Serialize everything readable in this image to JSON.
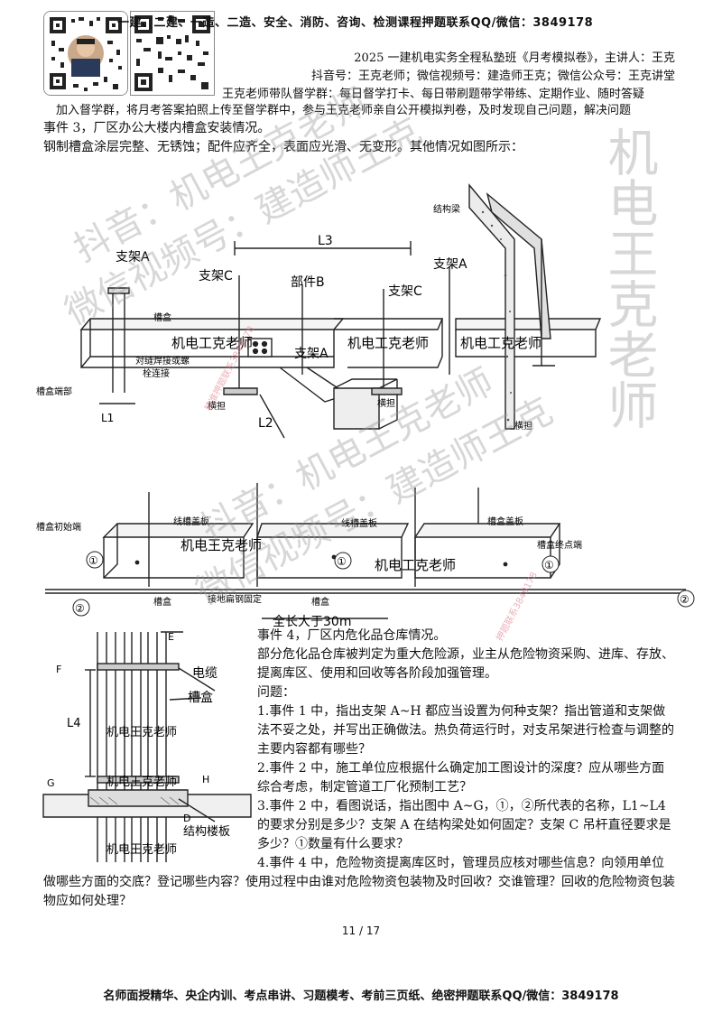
{
  "header": {
    "banner": "一建、二建、一造、二造、安全、消防、咨询、检测课程押题联系QQ/微信：3849178",
    "line1": "2025 一建机电实务全程私塾班《月考模拟卷》，主讲人：王克",
    "line2": "抖音号：王克老师；微信视频号：建造师王克；微信公众号：王克讲堂",
    "line3": "王克老师带队督学群：每日督学打卡、每日带刷题带学带练、定期作业、随时答疑",
    "line4": "加入督学群，将月考答案拍照上传至督学群中，参与王克老师亲自公开模拟判卷，及时发现自己问题，解决问题"
  },
  "event3": {
    "title": "事件 3，厂区办公大楼内槽盒安装情况。",
    "desc": "钢制槽盒涂层完整、无锈蚀；配件应齐全，表面应光滑、无变形。其他情况如图所示："
  },
  "figure1": {
    "labels": {
      "zhijia_a": "支架A",
      "zhijia_c": "支架C",
      "bujian_b": "部件B",
      "zhijia_c2": "支架C",
      "zhijia_a_mid": "支架A",
      "zhijia_a_right": "支架A",
      "jiegouliang": "结构梁",
      "caohe": "槽盒",
      "duifeng": "对缝焊接或螺",
      "shuanlianjie": "栓连接",
      "caohe_duanbu": "槽盒端部",
      "l1": "L1",
      "l2": "L2",
      "l3": "L3",
      "hengdan1": "横担",
      "hengdan2": "横担",
      "hengdan3": "横担",
      "wm1": "机电工克老师",
      "wm2": "机电工克老师",
      "wm3": "机电工克老师"
    }
  },
  "figure2": {
    "labels": {
      "start": "槽盒初始端",
      "cover1": "线槽盖板",
      "cover2": "线槽盖板",
      "cover3": "槽盒盖板",
      "end": "槽盒终点端",
      "c1a": "①",
      "c1b": "①",
      "c1c": "①",
      "c2a": "②",
      "c2b": "②",
      "box1": "槽盒",
      "box2": "槽盒",
      "ground": "接地扁钢固定",
      "length": "全长大于30m",
      "wm1": "机电王克老师",
      "wm2": "机电工克老师"
    }
  },
  "figure3": {
    "labels": {
      "e": "E",
      "f": "F",
      "g": "G",
      "h": "H",
      "d": "D",
      "l4": "L4",
      "cable": "电缆",
      "box": "槽盒",
      "slab": "结构楼板",
      "wm1": "机电王克老师",
      "wm2": "机电王克老师",
      "wm3": "机电王克老师"
    }
  },
  "event4": {
    "title": "事件 4，厂区内危化品仓库情况。",
    "desc": "部分危化品仓库被判定为重大危险源，业主从危险物资采购、进库、存放、提离库区、使用和回收等各阶段加强管理。"
  },
  "questions": {
    "heading": "问题：",
    "q1": "1.事件 1 中，指出支架 A~H 都应当设置为何种支架？指出管道和支架做法不妥之处，并写出正确做法。热负荷运行时，对支吊架进行检查与调整的主要内容都有哪些？",
    "q2": "2.事件 2 中，施工单位应根据什么确定加工图设计的深度？应从哪些方面综合考虑，制定管道工厂化预制工艺？",
    "q3": "3.事件 2 中，看图说话，指出图中 A~G，①，②所代表的名称，L1~L4 的要求分别是多少？支架 A 在结构梁处如何固定？支架 C 吊杆直径要求是多少？①数量有什么要求？",
    "q4": "4.事件 4 中，危险物资提离库区时，管理员应核对哪些信息？向领用单位做哪些方面的交底？登记哪些内容？使用过程中由谁对危险物资包装物及时回收？交谁管理？回收的危险物资包装物应如何处理？"
  },
  "watermarks": {
    "diag1": "抖音：机电王克老师",
    "diag2": "微信视频号：建造师王克",
    "diag3": "抖音：机电王克老师",
    "diag4": "微信视频号：建造师王克",
    "vertical": "机电王克老师",
    "stamp1": "精准押题联系3849178",
    "stamp2": "押题联系3849178"
  },
  "page_number": "11 / 17",
  "footer": "名师面授精华、央企内训、考点串讲、习题模考、考前三页纸、绝密押题联系QQ/微信：3849178",
  "colors": {
    "text": "#111111",
    "watermark": "#969696",
    "stamp": "#e07a8a"
  }
}
